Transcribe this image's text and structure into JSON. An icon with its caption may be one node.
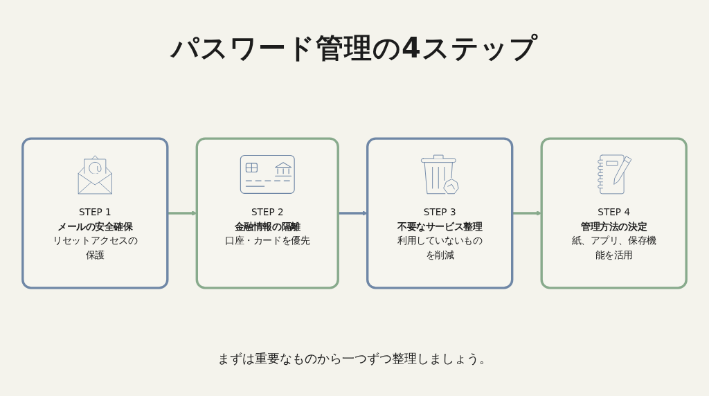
{
  "diagram": {
    "title": "パスワード管理の4ステップ",
    "caption": "まずは重要なものから一つずつ整理しましょう。",
    "nodes": [
      {
        "text": [
          "STEP 1",
          "メールの安全確保",
          "リセットアクセスの保護"
        ]
      },
      {
        "text": [
          "STEP 2",
          "金融情報の隔離",
          "口座・カードを優先"
        ]
      },
      {
        "text": [
          "STEP 3",
          "不要なサービス整理",
          "利用していないものを削減"
        ]
      },
      {
        "text": [
          "STEP 4",
          "管理方法の決定",
          "紙、アプリ、保存機能を活用"
        ]
      }
    ],
    "edges": [
      {
        "from": 0,
        "to": 1,
        "arrow": "to",
        "color": "#88aa8c"
      },
      {
        "from": 1,
        "to": 2,
        "arrow": "to",
        "color": "#6f87a6"
      },
      {
        "from": 2,
        "to": 3,
        "arrow": "to",
        "color": "#88aa8c"
      }
    ]
  }
}
